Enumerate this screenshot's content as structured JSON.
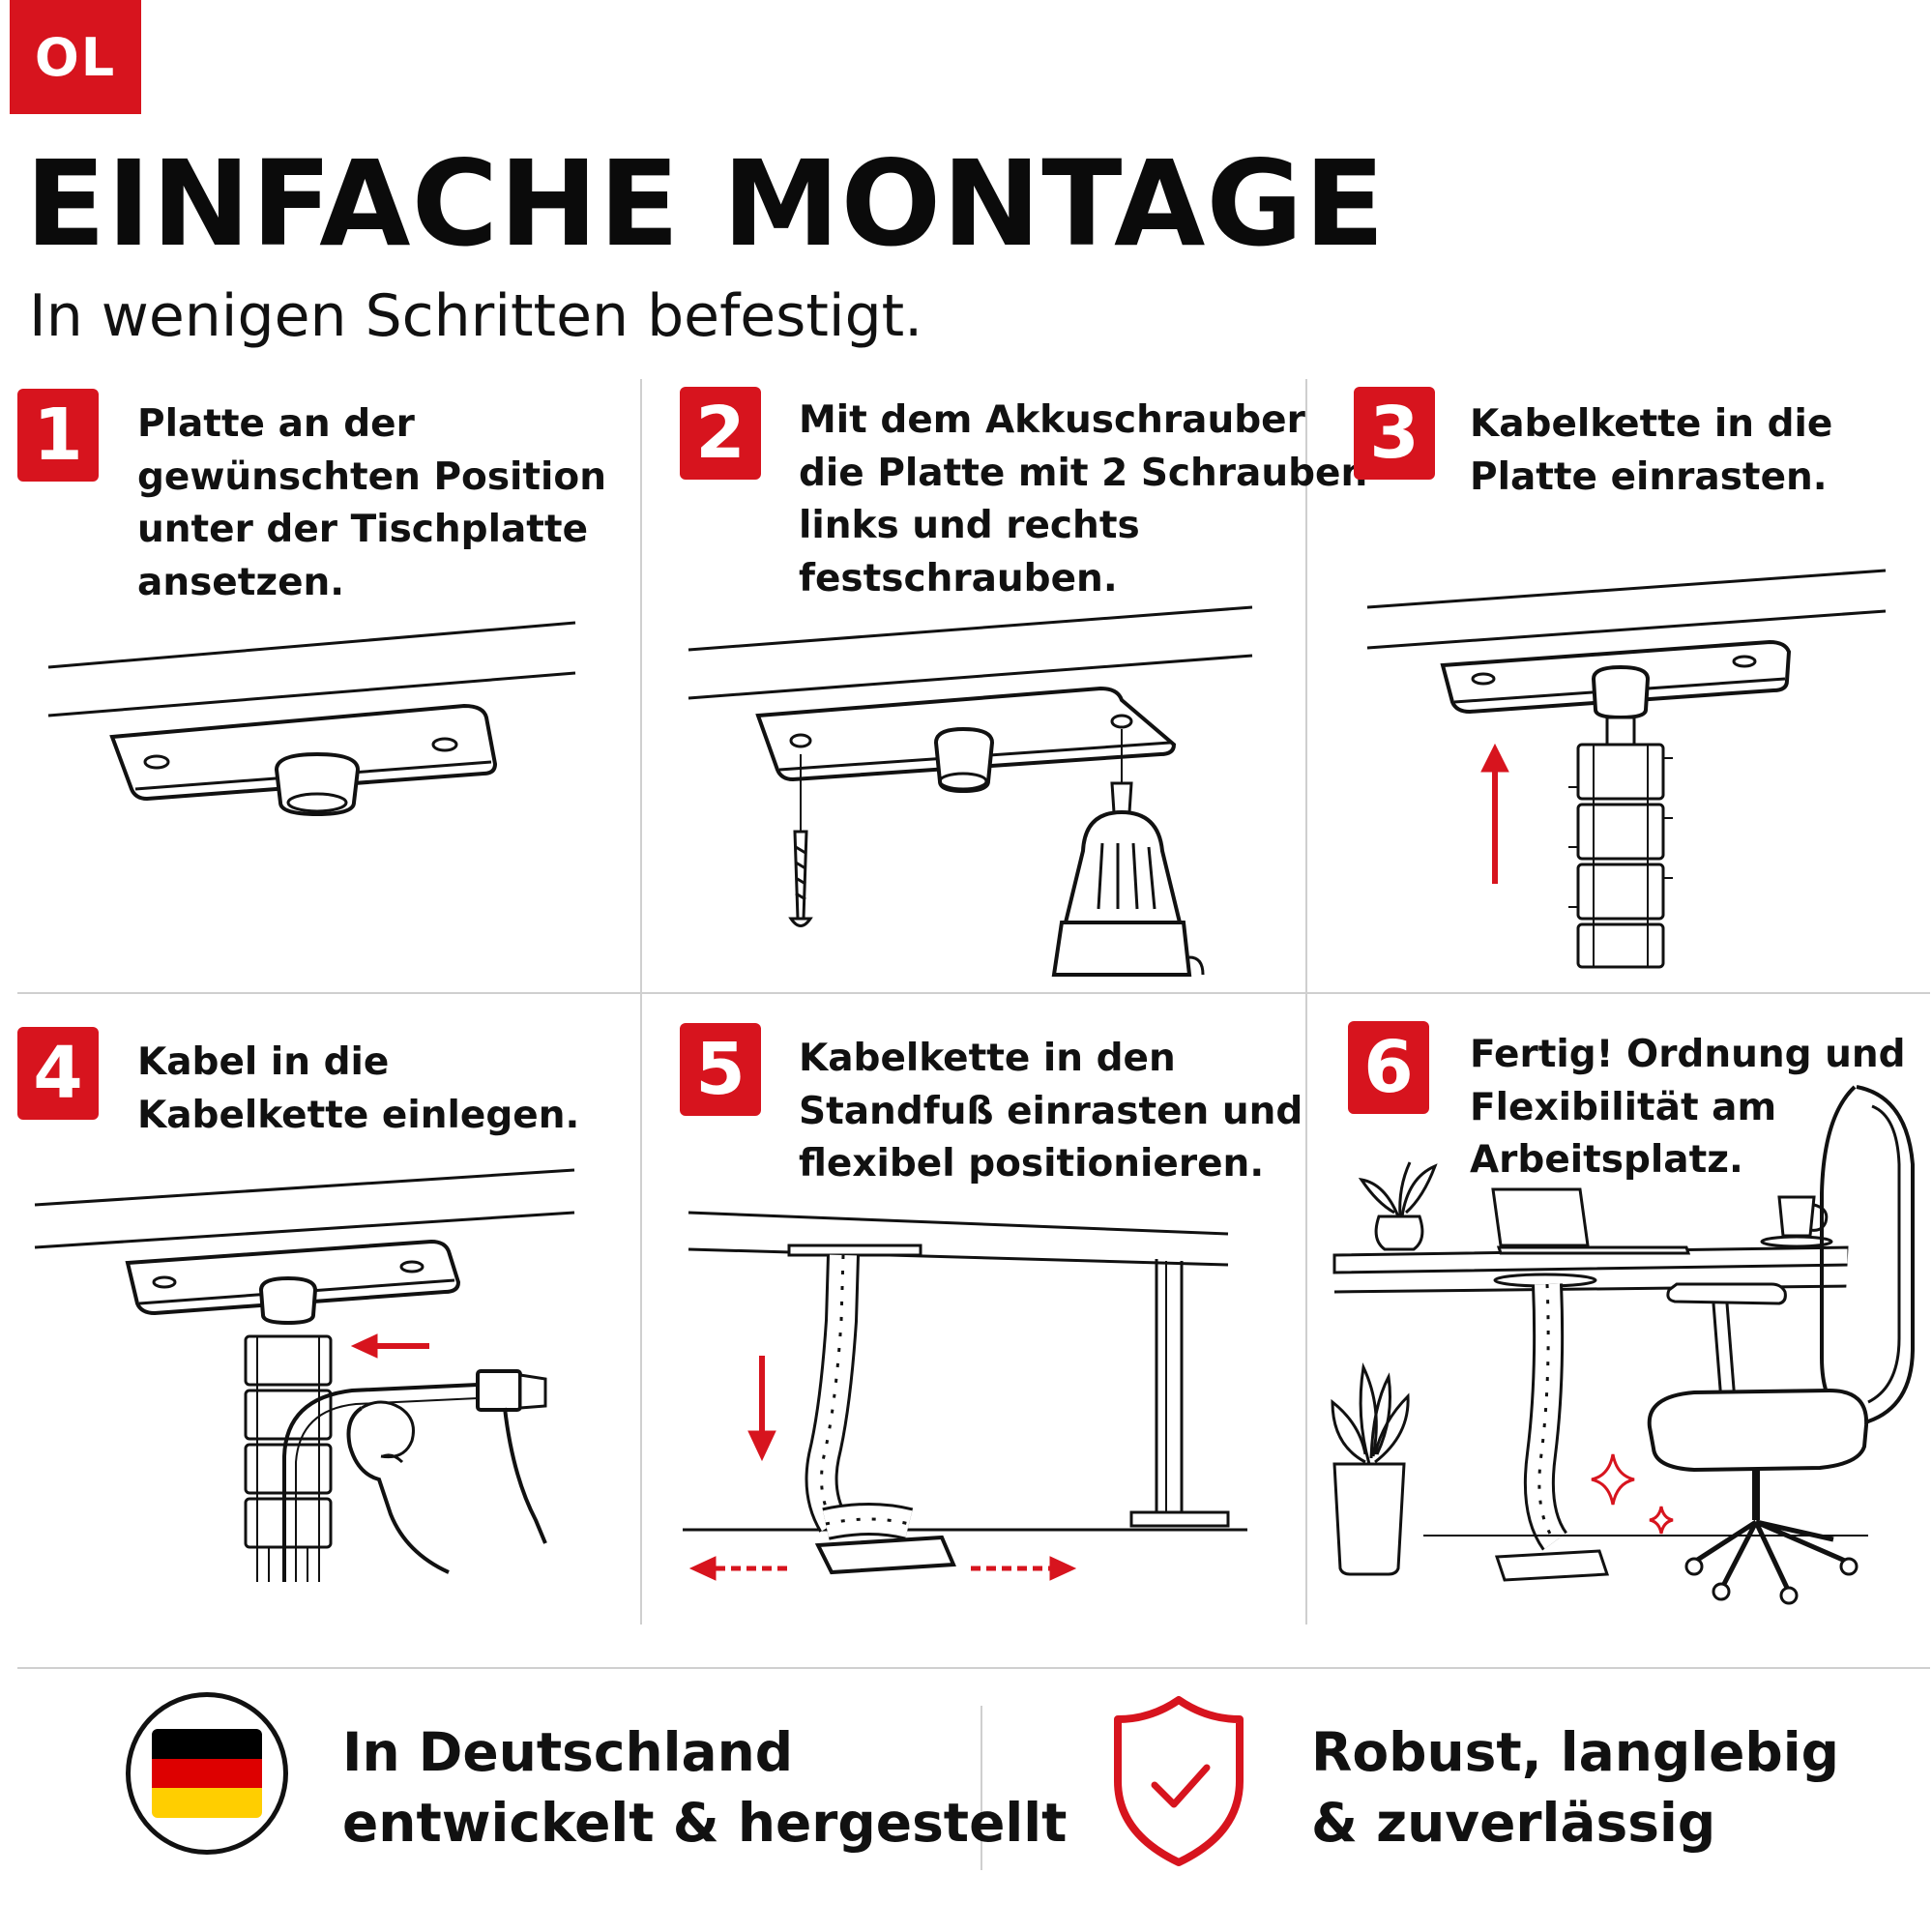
{
  "logo": {
    "text": "OL",
    "color": "#d7141e"
  },
  "header": {
    "title": "EINFACHE MONTAGE",
    "subtitle": "In wenigen Schritten befestigt."
  },
  "accent_color": "#d7141e",
  "steps": [
    {
      "number": "1",
      "text": "Platte an der\ngewünschten Position\nunter der Tischplatte\nansetzen."
    },
    {
      "number": "2",
      "text": "Mit dem Akkuschrauber\ndie Platte mit 2 Schrauben\nlinks und rechts\nfestschrauben."
    },
    {
      "number": "3",
      "text": "Kabelkette in die\nPlatte einrasten."
    },
    {
      "number": "4",
      "text": "Kabel in die\nKabelkette einlegen."
    },
    {
      "number": "5",
      "text": "Kabelkette in den\nStandfuß einrasten und\nflexibel positionieren."
    },
    {
      "number": "6",
      "text": "Fertig! Ordnung und\nFlexibilität am\nArbeitsplatz."
    }
  ],
  "features": [
    {
      "icon": "germany-flag-icon",
      "text": "In Deutschland\nentwickelt & hergestellt",
      "flag_colors": [
        "#000000",
        "#dd0000",
        "#ffce00"
      ]
    },
    {
      "icon": "shield-check-icon",
      "text": "Robust, langlebig\n& zuverlässig"
    }
  ]
}
